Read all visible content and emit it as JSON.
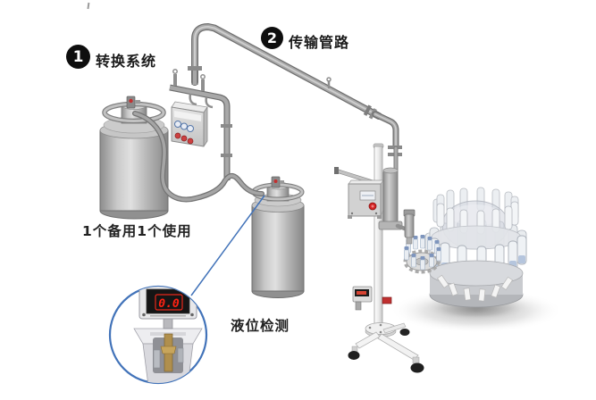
{
  "steps": [
    {
      "badge": "1",
      "label": "转换系统"
    },
    {
      "badge": "2",
      "label": "传输管路"
    }
  ],
  "notes": {
    "tanks": "1个备用1个使用",
    "level": "液位检测"
  },
  "level_meter": {
    "value": "0.0"
  },
  "colors": {
    "badge_black": "#0e0e0e",
    "callout_blue": "#4273b9",
    "led_red": "#ff2213",
    "pipe_gray": "#9c9c9c",
    "bottle_blue": "#b5c5dd"
  }
}
